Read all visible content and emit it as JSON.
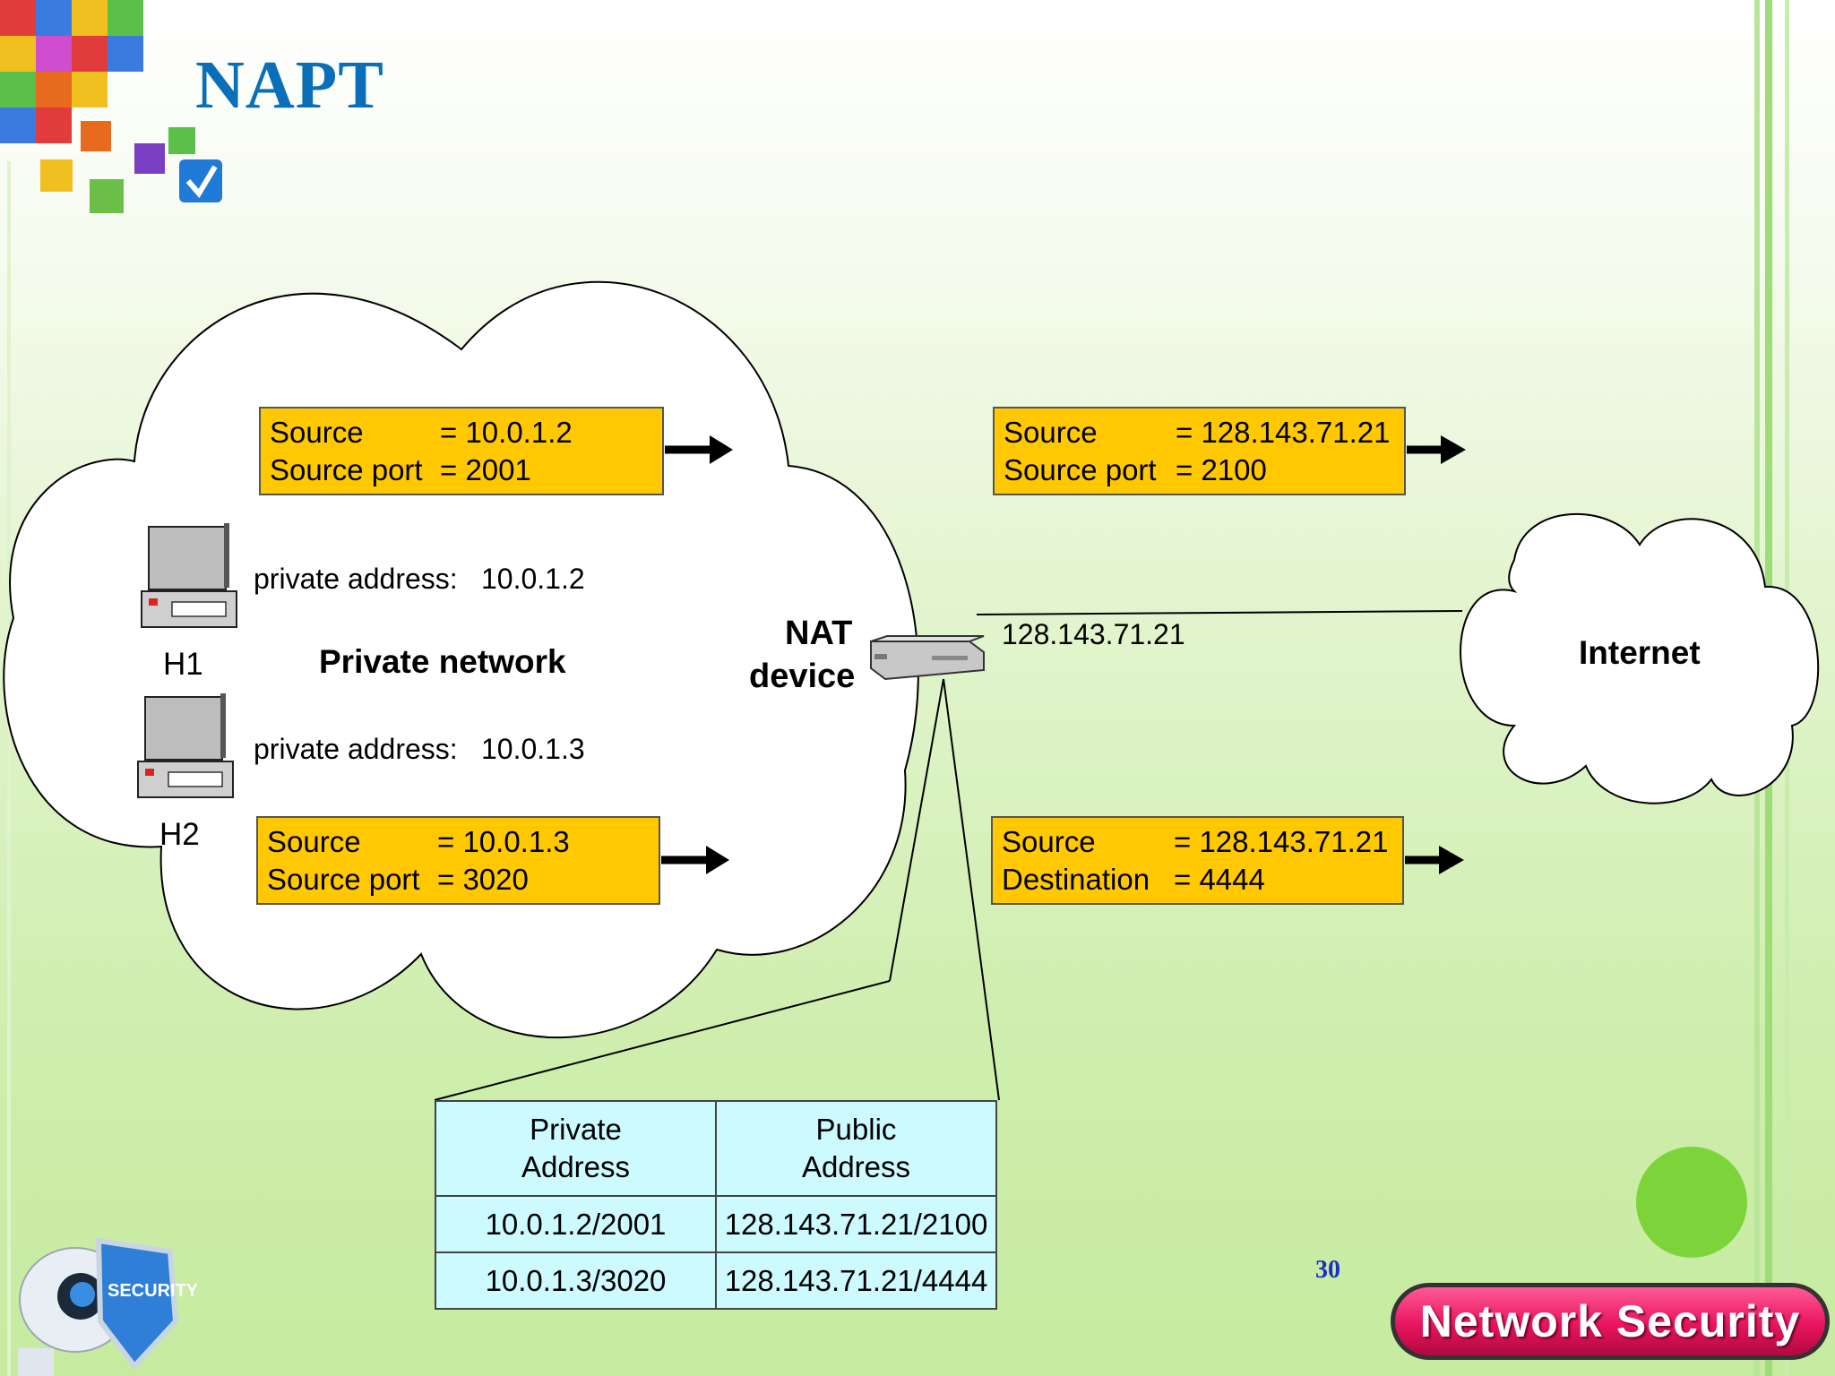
{
  "title": "NAPT",
  "page_number": "30",
  "footer_badge": "Network Security",
  "private_network": {
    "label": "Private network",
    "hosts": [
      {
        "name": "H1",
        "address_label": "private address:",
        "address": "10.0.1.2"
      },
      {
        "name": "H2",
        "address_label": "private address:",
        "address": "10.0.1.3"
      }
    ]
  },
  "nat_device": {
    "line1": "NAT",
    "line2": "device",
    "public_ip": "128.143.71.21"
  },
  "internet_label": "Internet",
  "packets": {
    "h1_out": {
      "row1_key": "Source",
      "row1_val": "= 10.0.1.2",
      "row2_key": "Source port",
      "row2_val": "= 2001"
    },
    "h2_out": {
      "row1_key": "Source",
      "row1_val": "= 10.0.1.3",
      "row2_key": "Source port",
      "row2_val": "= 3020"
    },
    "nat_out_1": {
      "row1_key": "Source",
      "row1_val": "= 128.143.71.21",
      "row2_key": "Source port",
      "row2_val": "= 2100"
    },
    "nat_out_2": {
      "row1_key": "Source",
      "row1_val": "= 128.143.71.21",
      "row2_key": "Destination",
      "row2_val": "= 4444"
    }
  },
  "nat_table": {
    "headers": [
      "Private\nAddress",
      "Public\nAddress"
    ],
    "header_private_line1": "Private",
    "header_private_line2": "Address",
    "header_public_line1": "Public",
    "header_public_line2": "Address",
    "rows": [
      {
        "private": "10.0.1.2/2001",
        "public": "128.143.71.21/2100"
      },
      {
        "private": "10.0.1.3/3020",
        "public": "128.143.71.21/4444"
      }
    ]
  },
  "colors": {
    "title": "#0a6fb8",
    "packet_box": "#ffc800",
    "table_bg": "#ccfaff",
    "badge": "#e8145f",
    "page_number": "#1b2fc7"
  }
}
